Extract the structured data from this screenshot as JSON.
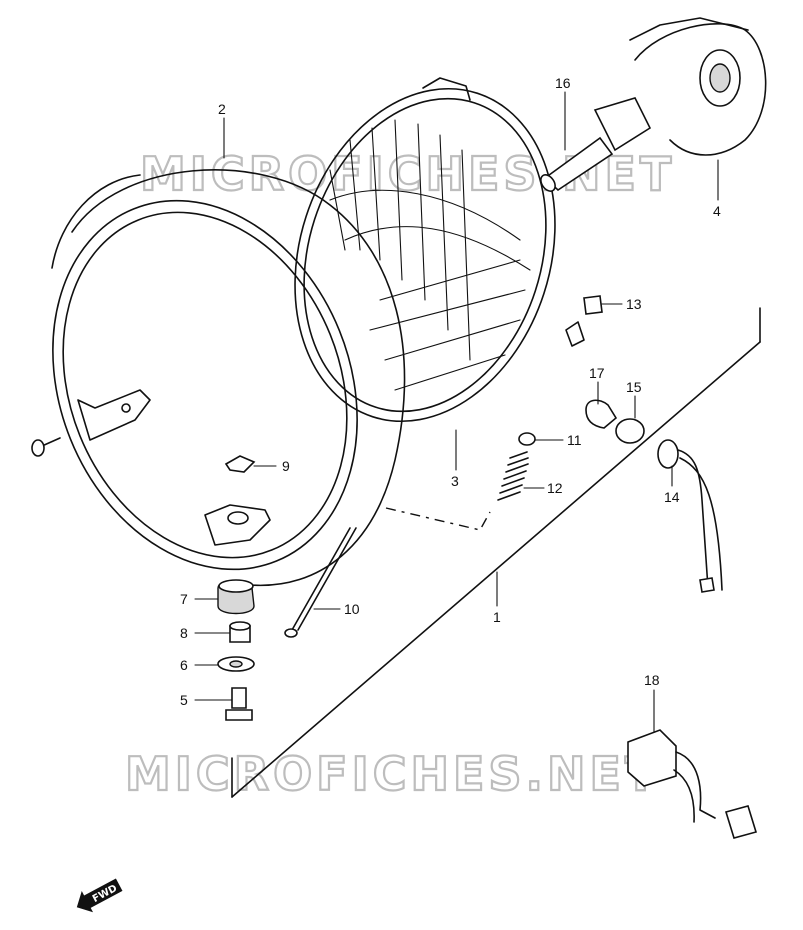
{
  "watermark": {
    "text": "MICROFICHES.NET"
  },
  "forward_arrow": {
    "label": "FWD"
  },
  "callouts": [
    {
      "part": "part-2",
      "label": "2"
    },
    {
      "part": "part-16",
      "label": "16"
    },
    {
      "part": "part-4",
      "label": "4"
    },
    {
      "part": "part-13",
      "label": "13"
    },
    {
      "part": "part-17",
      "label": "17"
    },
    {
      "part": "part-15",
      "label": "15"
    },
    {
      "part": "part-11",
      "label": "11"
    },
    {
      "part": "part-9",
      "label": "9"
    },
    {
      "part": "part-3",
      "label": "3"
    },
    {
      "part": "part-12",
      "label": "12"
    },
    {
      "part": "part-14",
      "label": "14"
    },
    {
      "part": "part-7",
      "label": "7"
    },
    {
      "part": "part-10",
      "label": "10"
    },
    {
      "part": "part-8",
      "label": "8"
    },
    {
      "part": "part-1",
      "label": "1"
    },
    {
      "part": "part-6",
      "label": "6"
    },
    {
      "part": "part-5",
      "label": "5"
    },
    {
      "part": "part-18",
      "label": "18"
    }
  ]
}
